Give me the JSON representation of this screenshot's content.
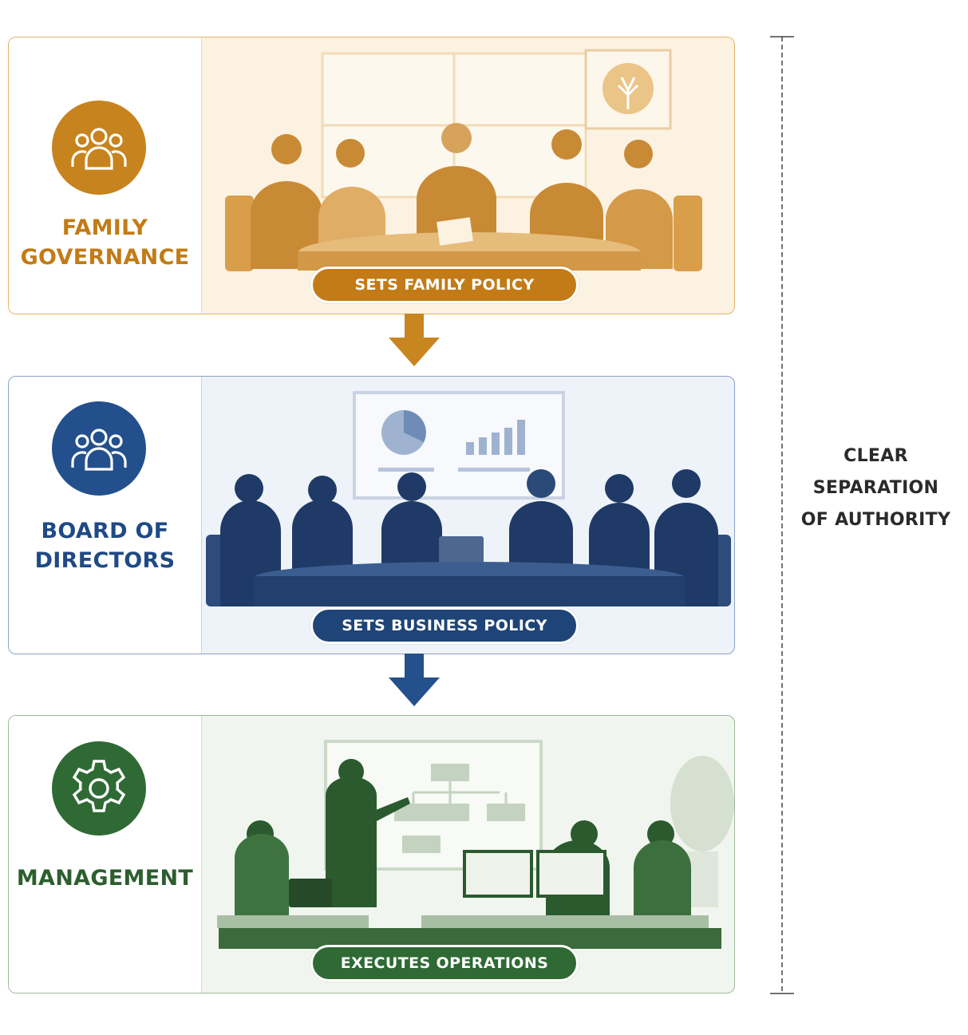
{
  "tiers": [
    {
      "label_line1": "FAMILY",
      "label_line2": "GOVERNANCE",
      "badge": "SETS FAMILY POLICY",
      "icon": "people-group-icon",
      "color": "#c27b16"
    },
    {
      "label_line1": "BOARD OF",
      "label_line2": "DIRECTORS",
      "badge": "SETS BUSINESS POLICY",
      "icon": "people-group-icon",
      "color": "#1f4a85"
    },
    {
      "label_line1": "MANAGEMENT",
      "badge": "EXECUTES OPERATIONS",
      "icon": "gear-icon",
      "color": "#2f6a34"
    }
  ],
  "separation": {
    "line1": "CLEAR",
    "line2": "SEPARATION",
    "line3": "OF AUTHORITY"
  }
}
